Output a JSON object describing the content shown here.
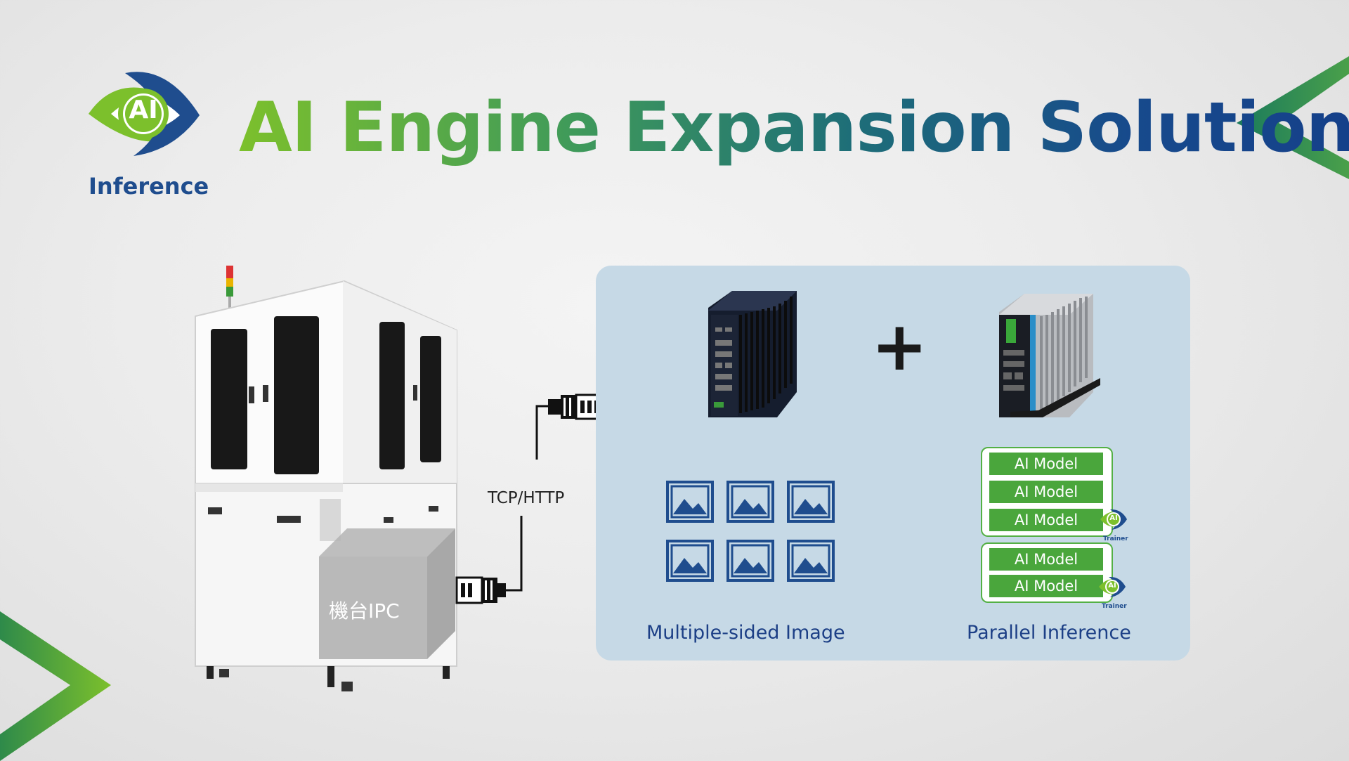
{
  "title": "AI Engine Expansion Solution",
  "logo": {
    "mark_text": "AI",
    "caption": "Inference"
  },
  "colors": {
    "green": "#7cc02c",
    "navy": "#174a8c",
    "panel": "#c6d9e6",
    "model_green": "#4aa63c"
  },
  "machine": {
    "ipc_label": "機台IPC",
    "tower_light": "signal-tower"
  },
  "connection": {
    "protocol": "TCP/HTTP"
  },
  "panel": {
    "plus": "+",
    "left_caption": "Multiple-sided Image",
    "right_caption": "Parallel Inference",
    "image_count": 6,
    "model_groups": [
      {
        "models": [
          "AI Model",
          "AI Model",
          "AI Model"
        ],
        "badge": "AI",
        "badge_caption": "Trainer"
      },
      {
        "models": [
          "AI Model",
          "AI Model"
        ],
        "badge": "AI",
        "badge_caption": "Trainer"
      }
    ]
  }
}
